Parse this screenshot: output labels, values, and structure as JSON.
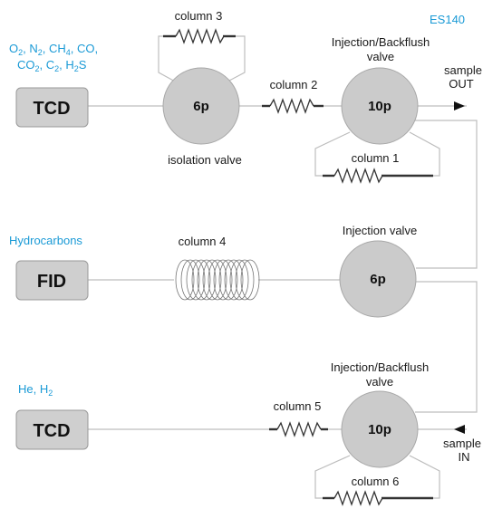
{
  "title_code": "ES140",
  "colors": {
    "accent": "#1a9ad6",
    "box_fill": "#cfcfcf",
    "valve_fill": "#cbcbcb",
    "line": "#bdbdbd"
  },
  "detectors": [
    {
      "label": "TCD"
    },
    {
      "label": "FID"
    },
    {
      "label": "TCD"
    }
  ],
  "gas_groups": {
    "top_line1": [
      "O",
      "2",
      ", N",
      "2",
      ", CH",
      "4",
      ", CO,"
    ],
    "top_line2": [
      "CO",
      "2",
      ", C",
      "2",
      ", H",
      "2",
      "S"
    ],
    "middle": "Hydrocarbons",
    "bottom": [
      "He, H",
      "2"
    ]
  },
  "valves": [
    {
      "label": "6p",
      "caption": "isolation valve"
    },
    {
      "label": "10p",
      "caption_line1": "Injection/Backflush",
      "caption_line2": "valve"
    },
    {
      "label": "6p",
      "caption": "Injection valve"
    },
    {
      "label": "10p",
      "caption_line1": "Injection/Backflush",
      "caption_line2": "valve"
    }
  ],
  "columns": {
    "c1": "column 1",
    "c2": "column 2",
    "c3": "column 3",
    "c4": "column 4",
    "c5": "column 5",
    "c6": "column 6"
  },
  "sample_out": {
    "line1": "sample",
    "line2": "OUT"
  },
  "sample_in": {
    "line1": "sample",
    "line2": "IN"
  }
}
